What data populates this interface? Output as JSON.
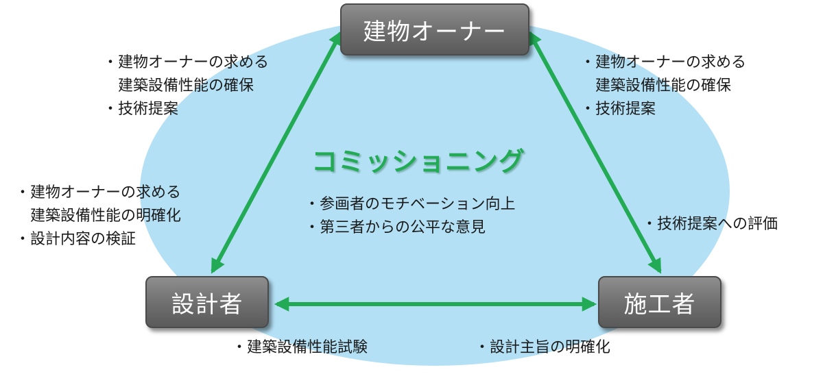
{
  "nodes": {
    "owner": "建物オーナー",
    "designer": "設計者",
    "builder": "施工者"
  },
  "title": "コミッショニング",
  "notes": {
    "owner_left": [
      "・建物オーナーの求める",
      "　建築設備性能の確保",
      "・技術提案"
    ],
    "owner_right": [
      "・建物オーナーの求める",
      "　建築設備性能の確保",
      "・技術提案"
    ],
    "designer_left": [
      "・建物オーナーの求める",
      "　建築設備性能の明確化",
      "・設計内容の検証"
    ],
    "center": [
      "・参画者のモチベーション向上",
      "・第三者からの公平な意見"
    ],
    "builder_right": [
      "・技術提案への評価"
    ],
    "bottom_left": [
      "・建築設備性能試験"
    ],
    "bottom_right": [
      "・設計主旨の明確化"
    ]
  },
  "colors": {
    "ellipse": "#b3e0f5",
    "arrow": "#22aa55",
    "title": "#22aa55",
    "node": "#6e6e6e"
  }
}
